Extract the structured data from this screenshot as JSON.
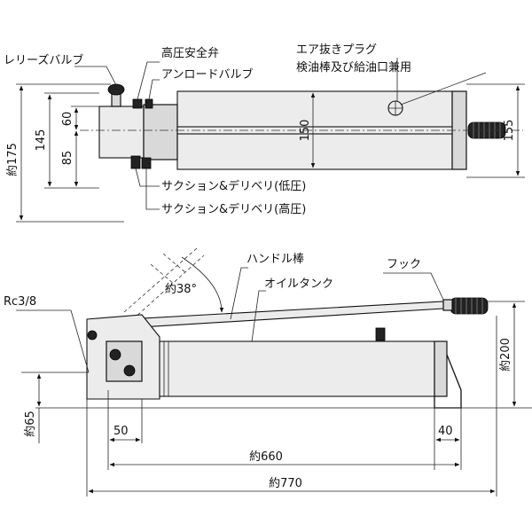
{
  "top_labels": {
    "release_valve": "レリーズバルブ",
    "high_pressure_safety_valve": "高圧安全弁",
    "unload_valve": "アンロードバルブ",
    "air_vent_plug": "エア抜きプラグ",
    "dipstick_oil_port": "検油棒及び給油口兼用",
    "suction_delivery_low": "サクション&デリベリ(低圧)",
    "suction_delivery_high": "サクション&デリベリ(高圧)"
  },
  "top_dims": {
    "d175": "約175",
    "d145": "145",
    "d60": "60",
    "d85": "85",
    "d150": "150",
    "d155": "155"
  },
  "bottom_labels": {
    "handle_rod": "ハンドル棒",
    "oil_tank": "オイルタンク",
    "hook": "フック",
    "port_thread": "Rc3/8",
    "angle": "約38°"
  },
  "bottom_dims": {
    "d200": "約200",
    "d65": "約65",
    "d50": "50",
    "d40": "40",
    "d660": "約660",
    "d770": "約770"
  }
}
